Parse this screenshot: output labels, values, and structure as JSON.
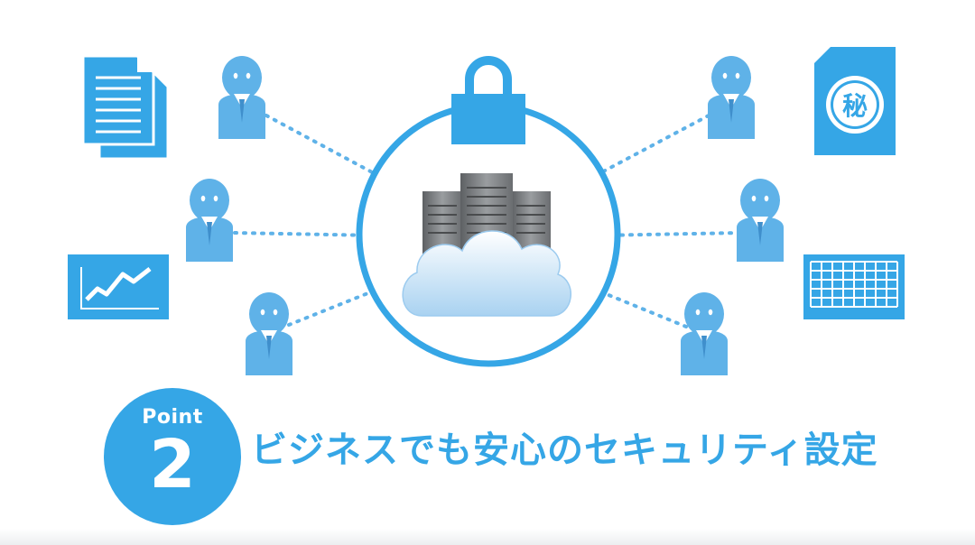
{
  "point_badge": {
    "label": "Point",
    "number": "2"
  },
  "headline": "ビジネスでも安心のセキュリティ設定",
  "secret_document_mark": "秘",
  "colors": {
    "primary": "#35a6e6",
    "person": "#5fb2e8",
    "cloud": "#bcdcf4",
    "server": "#7a7d80"
  },
  "icons": [
    "document-stack-icon",
    "secret-document-icon",
    "line-chart-icon",
    "spreadsheet-icon",
    "padlock-icon",
    "server-rack-icon",
    "cloud-icon",
    "person-icon"
  ]
}
